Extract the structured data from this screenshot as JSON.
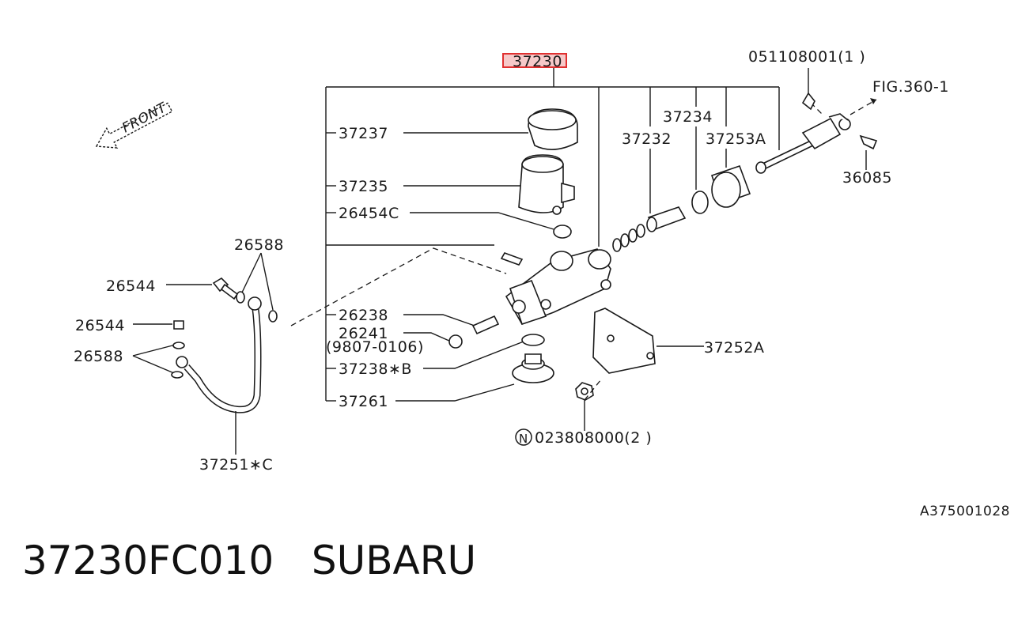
{
  "diagram": {
    "highlight_part": "37230",
    "highlight_color": "#e03030",
    "front_label": "FRONT",
    "labels": {
      "p37230": "37230",
      "p051108001": "051108001(1 )",
      "fig": "FIG.360-1",
      "p37234": "37234",
      "p37232": "37232",
      "p37253A": "37253A",
      "p36085": "36085",
      "p37237": "37237",
      "p37235": "37235",
      "p26454C": "26454C",
      "p26588_top": "26588",
      "p26544_top": "26544",
      "p26238": "26238",
      "p26241": "26241",
      "p26241_date": "(9807-0106)",
      "p26544_mid": "26544",
      "p26588_mid": "26588",
      "p37238B": "37238∗B",
      "p37252A": "37252A",
      "p37261": "37261",
      "p023808000": "023808000(2 )",
      "n_marker": "N",
      "p37251C": "37251∗C",
      "code": "A375001028"
    }
  },
  "footer": {
    "part_number": "37230FC010",
    "brand": "SUBARU"
  }
}
